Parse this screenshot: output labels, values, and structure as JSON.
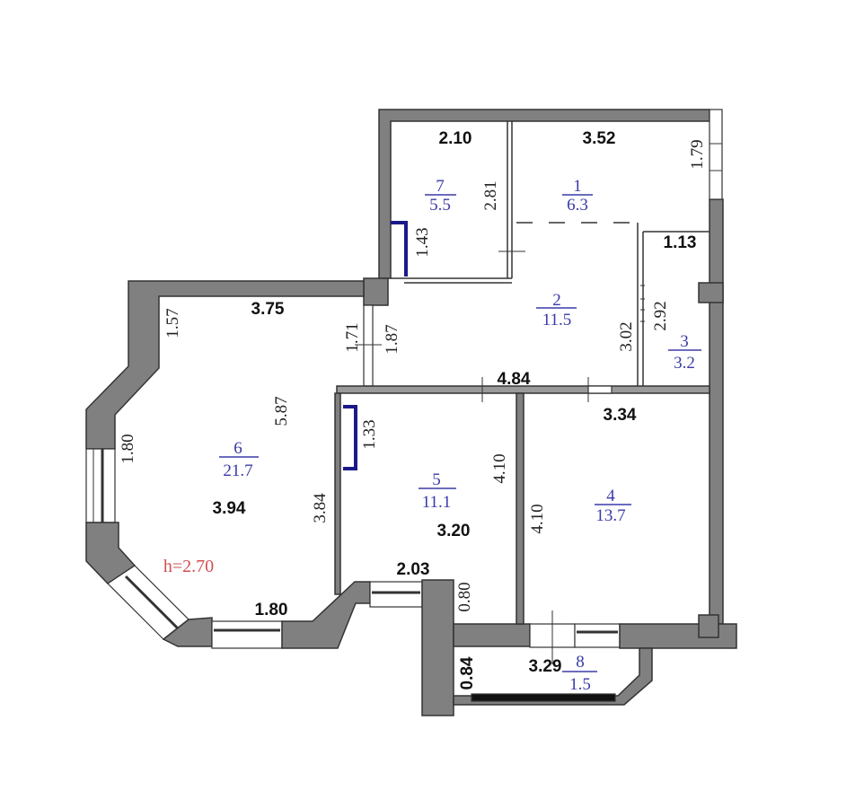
{
  "plan": {
    "ceiling_height_label": "h=2.70",
    "colors": {
      "wall": "#808080",
      "room_label": "#3a3aa8",
      "height_label": "#d05050",
      "closet_outline": "#1a1a8a"
    },
    "rooms": [
      {
        "number": "1",
        "area": "6.3"
      },
      {
        "number": "2",
        "area": "11.5"
      },
      {
        "number": "3",
        "area": "3.2"
      },
      {
        "number": "4",
        "area": "13.7"
      },
      {
        "number": "5",
        "area": "11.1"
      },
      {
        "number": "6",
        "area": "21.7"
      },
      {
        "number": "7",
        "area": "5.5"
      },
      {
        "number": "8",
        "area": "1.5"
      }
    ],
    "dimensions": {
      "d_2_10": "2.10",
      "d_3_52": "3.52",
      "d_1_79": "1.79",
      "d_2_81": "2.81",
      "d_1_43": "1.43",
      "d_1_13": "1.13",
      "d_2_92": "2.92",
      "d_3_02": "3.02",
      "d_3_75": "3.75",
      "d_1_57": "1.57",
      "d_1_71": "1.71",
      "d_1_87": "1.87",
      "d_4_84": "4.84",
      "d_3_34": "3.34",
      "d_5_87": "5.87",
      "d_1_80_v": "1.80",
      "d_1_33": "1.33",
      "d_3_94": "3.94",
      "d_3_84": "3.84",
      "d_4_10_a": "4.10",
      "d_4_10_b": "4.10",
      "d_3_20": "3.20",
      "d_2_03": "2.03",
      "d_0_80": "0.80",
      "d_1_80_h": "1.80",
      "d_0_84": "0.84",
      "d_3_29": "3.29"
    }
  }
}
